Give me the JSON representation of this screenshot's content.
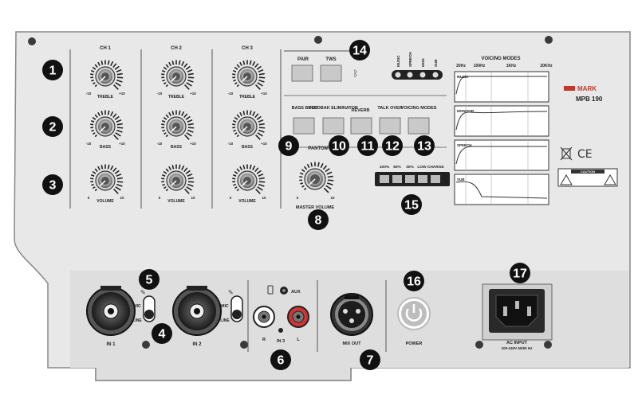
{
  "channels": [
    {
      "label": "CH 1",
      "knobs": [
        "TREBLE",
        "BASS",
        "VOLUME"
      ]
    },
    {
      "label": "CH 2",
      "knobs": [
        "TREBLE",
        "BASS",
        "VOLUME"
      ]
    },
    {
      "label": "CH 3",
      "knobs": [
        "TREBLE",
        "BASS",
        "VOLUME"
      ]
    }
  ],
  "tone_scale": {
    "min": "-10",
    "max": "+10"
  },
  "volume_scale": {
    "min": "0",
    "max": "10"
  },
  "bt_buttons": [
    "PAIR",
    "TWS"
  ],
  "voicing_indicators": [
    "MUSIC",
    "SPEECH",
    "MON",
    "SUB"
  ],
  "function_buttons": [
    "BASS BOOT",
    "FEEDBAK ELIMINATOR",
    "REVERB",
    "TALK OVER",
    "VOICING MODES"
  ],
  "phantom_label": "PANTOM",
  "master_volume_label": "MASTER VOLUME",
  "battery_levels": [
    "100%",
    "60%",
    "30%",
    "LOW CHARGE"
  ],
  "voicing_graph": {
    "title": "VOICING MODES",
    "freqs": [
      "20Hz",
      "100Hz",
      "1KHz",
      "20KHz"
    ],
    "modes": [
      "MUSIC",
      "MONITOR",
      "SPEECH",
      "SUB"
    ]
  },
  "brand": {
    "name": "MARK",
    "model": "MPB 190"
  },
  "caution": "CAUTION",
  "inputs": {
    "in1": "IN 1",
    "in2": "IN 2",
    "mic": "MIC",
    "line": "LINE",
    "aux": "AUX",
    "in3": "IN 3",
    "r": "R",
    "l": "L",
    "mix_out": "MIX OUT",
    "power": "POWER",
    "ac_input": "AC INPUT",
    "ac_spec": "100-240V 50/60 Hz"
  },
  "callouts": [
    "1",
    "2",
    "3",
    "4",
    "5",
    "6",
    "7",
    "8",
    "9",
    "10",
    "11",
    "12",
    "13",
    "14",
    "15",
    "16",
    "17"
  ]
}
